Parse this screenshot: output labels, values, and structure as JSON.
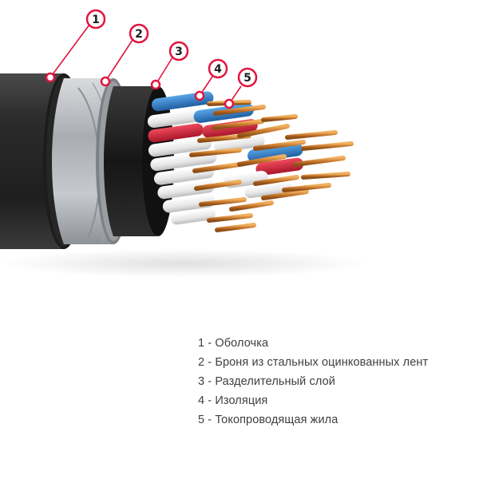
{
  "callouts": [
    {
      "number": "1"
    },
    {
      "number": "2"
    },
    {
      "number": "3"
    },
    {
      "number": "4"
    },
    {
      "number": "5"
    }
  ],
  "legend": [
    "1 - Оболочка",
    "2 - Броня из стальных оцинкованных лент",
    "3 - Разделительный слой",
    "4 - Изоляция",
    "5 - Токопроводящая жила"
  ],
  "colors": {
    "callout_ring": "#e3143f",
    "sheath": "#2b2b2b",
    "armor": "#b4b7bc",
    "separator": "#1f1f1f",
    "copper": "#c97a2e",
    "insulation_white": "#eeeeee",
    "insulation_blue": "#2f7fc8",
    "insulation_red": "#d8263b"
  }
}
